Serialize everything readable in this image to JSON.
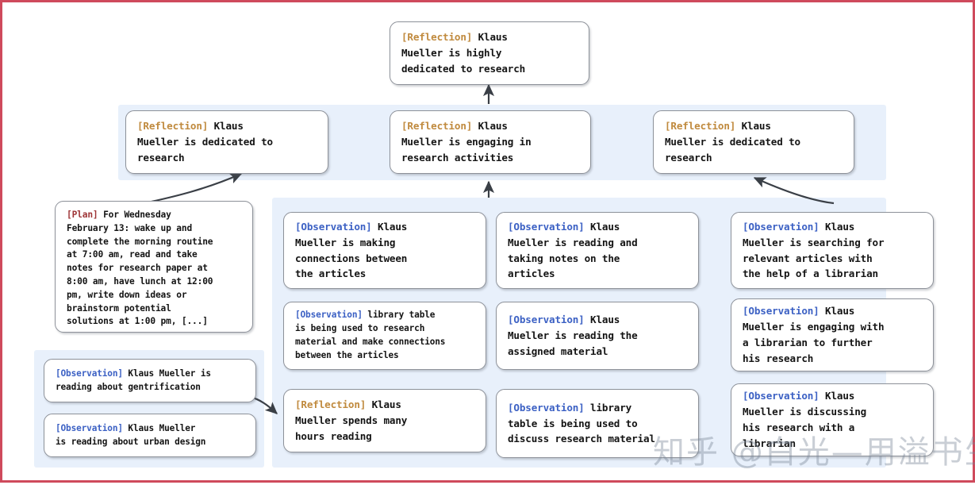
{
  "meta": {
    "border_color": "#cf4a5c",
    "panel_color": "#e8f0fb",
    "node_border_color": "#8d9199",
    "tag_colors": {
      "reflection": "#c08a3e",
      "observation": "#3c61c4",
      "plan": "#9e3436"
    },
    "watermark": "知乎 @白光—用溢书生"
  },
  "nodes": {
    "root_reflection": {
      "tag": "[Reflection]",
      "tag_type": "reflection",
      "text": " Klaus\nMueller is highly\ndedicated to research"
    },
    "mid_reflection_left": {
      "tag": "[Reflection]",
      "tag_type": "reflection",
      "text": " Klaus\nMueller is dedicated to\nresearch"
    },
    "mid_reflection_center": {
      "tag": "[Reflection]",
      "tag_type": "reflection",
      "text": " Klaus\nMueller is engaging in\nresearch activities"
    },
    "mid_reflection_right": {
      "tag": "[Reflection]",
      "tag_type": "reflection",
      "text": " Klaus\nMueller is dedicated to\nresearch"
    },
    "plan_node": {
      "tag": "[Plan]",
      "tag_type": "plan",
      "text": " For Wednesday\nFebruary 13: wake up and\ncomplete the morning routine\nat 7:00 am, read and take\nnotes for research paper at\n8:00 am, have lunch at 12:00\npm, write down ideas or\nbrainstorm potential\nsolutions at 1:00 pm, [...]"
    },
    "obs_gentrification": {
      "tag": "[Observation]",
      "tag_type": "observation",
      "text": " Klaus Mueller is\nreading about gentrification"
    },
    "obs_urban_design": {
      "tag": "[Observation]",
      "tag_type": "observation",
      "text": " Klaus Mueller\nis reading about urban design"
    },
    "obs_connections": {
      "tag": "[Observation]",
      "tag_type": "observation",
      "text": " Klaus\nMueller is making\nconnections between\nthe articles"
    },
    "obs_library_table_connections": {
      "tag": "[Observation]",
      "tag_type": "observation",
      "text": " library table\nis being used to research\nmaterial and make connections\nbetween the articles"
    },
    "ref_hours_reading": {
      "tag": "[Reflection]",
      "tag_type": "reflection",
      "text": " Klaus\nMueller spends many\nhours reading"
    },
    "obs_reading_notes": {
      "tag": "[Observation]",
      "tag_type": "observation",
      "text": " Klaus\nMueller is reading and\ntaking notes on the\narticles"
    },
    "obs_assigned_material": {
      "tag": "[Observation]",
      "tag_type": "observation",
      "text": " Klaus\nMueller is reading the\nassigned material"
    },
    "obs_library_table_discuss": {
      "tag": "[Observation]",
      "tag_type": "observation",
      "text": " library\ntable is being used to\ndiscuss research material"
    },
    "obs_searching_articles": {
      "tag": "[Observation]",
      "tag_type": "observation",
      "text": " Klaus\nMueller is searching for\nrelevant articles with\nthe help of a librarian"
    },
    "obs_engaging_librarian": {
      "tag": "[Observation]",
      "tag_type": "observation",
      "text": " Klaus\nMueller is engaging with\na librarian to further\nhis research"
    },
    "obs_discussing_librarian": {
      "tag": "[Observation]",
      "tag_type": "observation",
      "text": " Klaus\nMueller is discussing\nhis research with a\nlibrarian"
    }
  }
}
